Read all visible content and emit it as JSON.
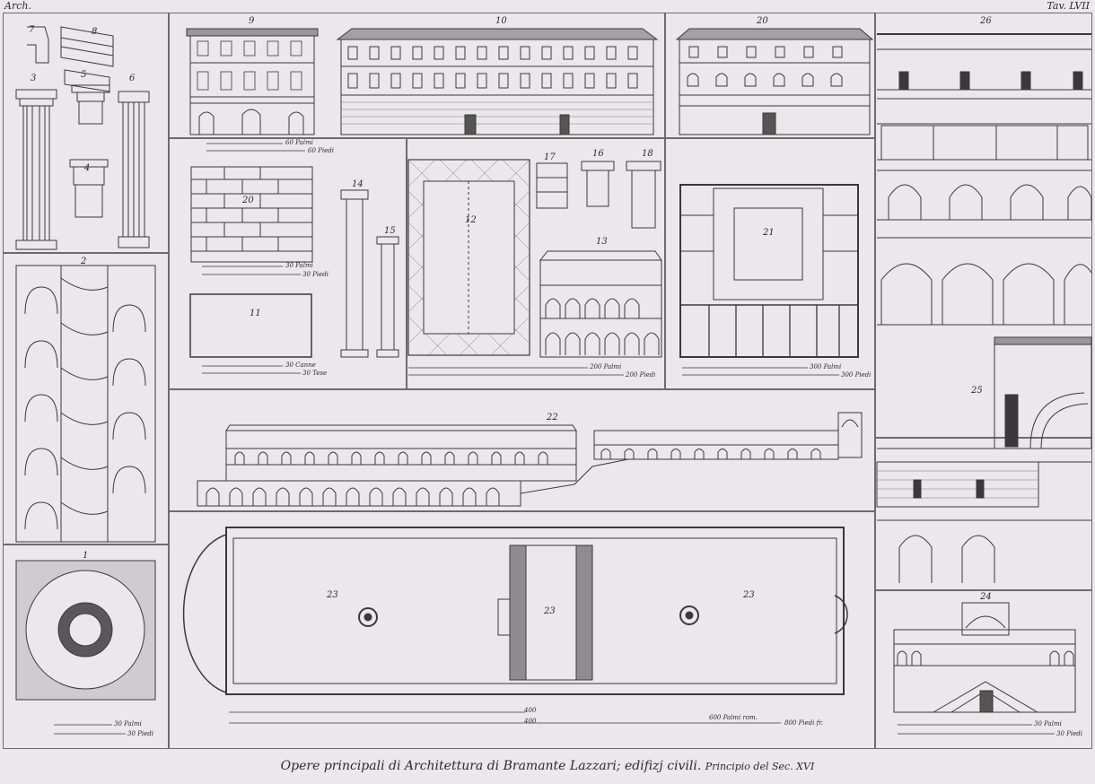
{
  "header": {
    "left": "Arch.",
    "right": "Tav. LVII"
  },
  "figure_numbers": [
    "7",
    "8",
    "3",
    "5",
    "6",
    "4",
    "2",
    "1",
    "9",
    "10",
    "20",
    "26",
    "14",
    "15",
    "12",
    "17",
    "16",
    "18",
    "13",
    "21",
    "20",
    "11",
    "22",
    "25",
    "23",
    "23",
    "23",
    "24"
  ],
  "scales": {
    "s9a": "60 Palmi",
    "s9b": "60 Piedi",
    "s20a": "30 Palmi",
    "s20b": "30 Piedi",
    "s11a": "30 Canne",
    "s11b": "30 Tese",
    "s12a": "200 Palmi",
    "s12b": "200 Piedi",
    "s21a": "300 Palmi",
    "s21b": "300 Piedi",
    "s1a": "30 Palmi",
    "s1b": "30 Piedi",
    "s23a": "400",
    "s23b": "400",
    "s23c": "600 Palmi rom.",
    "s23d": "800 Piedi fr.",
    "s24a": "30 Palmi",
    "s24b": "30 Piedi"
  },
  "caption": {
    "main": "Opere principali di Architettura di Bramante Lazzari; edifizj civili.",
    "sub": "Principio del Sec. XVI"
  },
  "colors": {
    "paper": "#ebe7ea",
    "ink": "#2b2a2c"
  }
}
